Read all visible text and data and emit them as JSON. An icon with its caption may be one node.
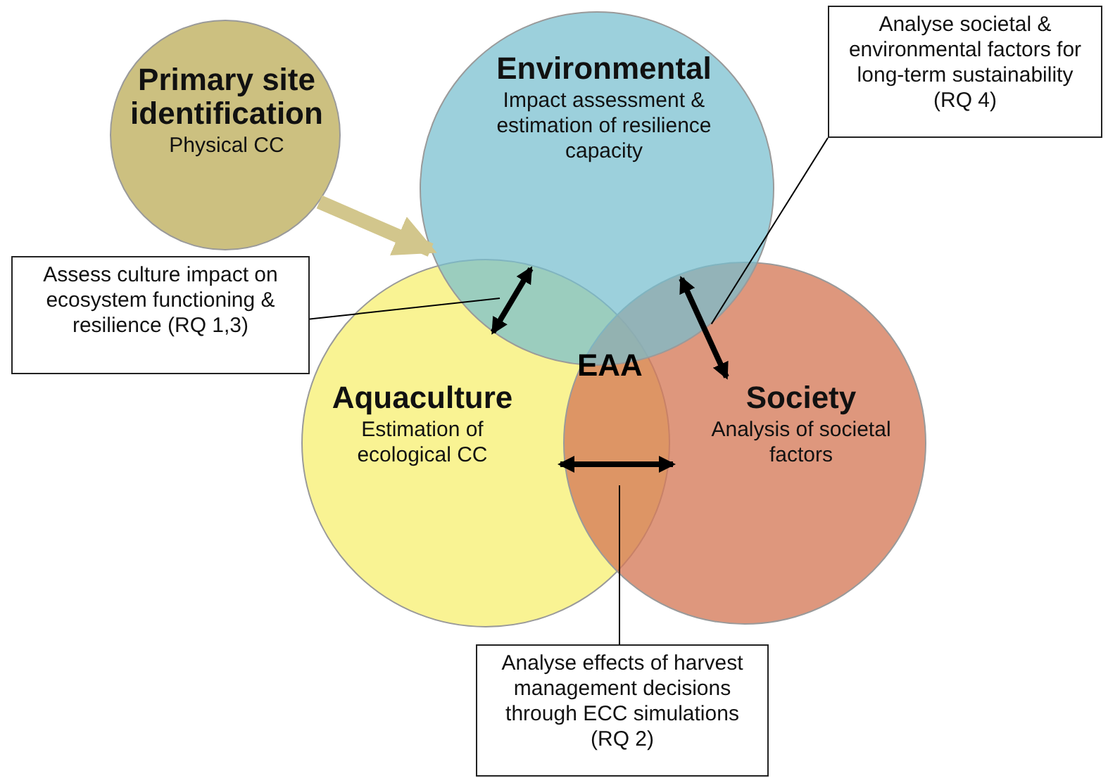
{
  "diagram": {
    "nodes": [
      {
        "text": [
          "Primary site identification",
          "Physical CC"
        ]
      },
      {
        "text": [
          "Environmental",
          "Impact assessment & estimation of resilience capacity"
        ]
      },
      {
        "text": [
          "Aquaculture",
          "Estimation of ecological CC"
        ]
      },
      {
        "text": [
          "Society",
          "Analysis of societal factors"
        ]
      },
      {
        "text": [
          "Assess culture impact on ecosystem functioning & resilience (RQ 1,3)"
        ]
      },
      {
        "text": [
          "Analyse societal & environmental factors for long-term sustainability (RQ 4)"
        ]
      },
      {
        "text": [
          "Analyse effects of harvest management decisions through ECC simulations (RQ 2)"
        ]
      }
    ],
    "edges": [
      {
        "from": 0,
        "to": 1,
        "arrow": "to",
        "style": "thick",
        "color": "#d2c68c"
      },
      {
        "from": 1,
        "to": 2,
        "arrow": "both"
      },
      {
        "from": 1,
        "to": 3,
        "arrow": "both"
      },
      {
        "from": 2,
        "to": 3,
        "arrow": "both"
      },
      {
        "from": 4,
        "to": 1,
        "arrow": "none"
      },
      {
        "from": 5,
        "to": 1,
        "arrow": "none"
      },
      {
        "from": 6,
        "to": 3,
        "arrow": "none"
      }
    ],
    "labels": [
      "EAA"
    ]
  }
}
